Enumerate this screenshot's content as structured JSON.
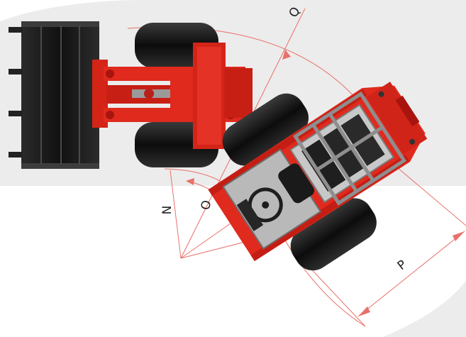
{
  "labels": {
    "n": "N",
    "o": "O",
    "p": "P",
    "q": "Q"
  },
  "colors": {
    "background_band": "#ececec",
    "body_red": "#e02a1e",
    "body_red_dark": "#a8140e",
    "bucket_black": "#1b1b1b",
    "tire_black": "#151515",
    "cab_grey": "#b9b9b9",
    "frame_grey": "#8e8e8e",
    "dimension_line": "#e8706a"
  },
  "icons": {
    "machine": "wheel-loader-top-view-icon"
  }
}
